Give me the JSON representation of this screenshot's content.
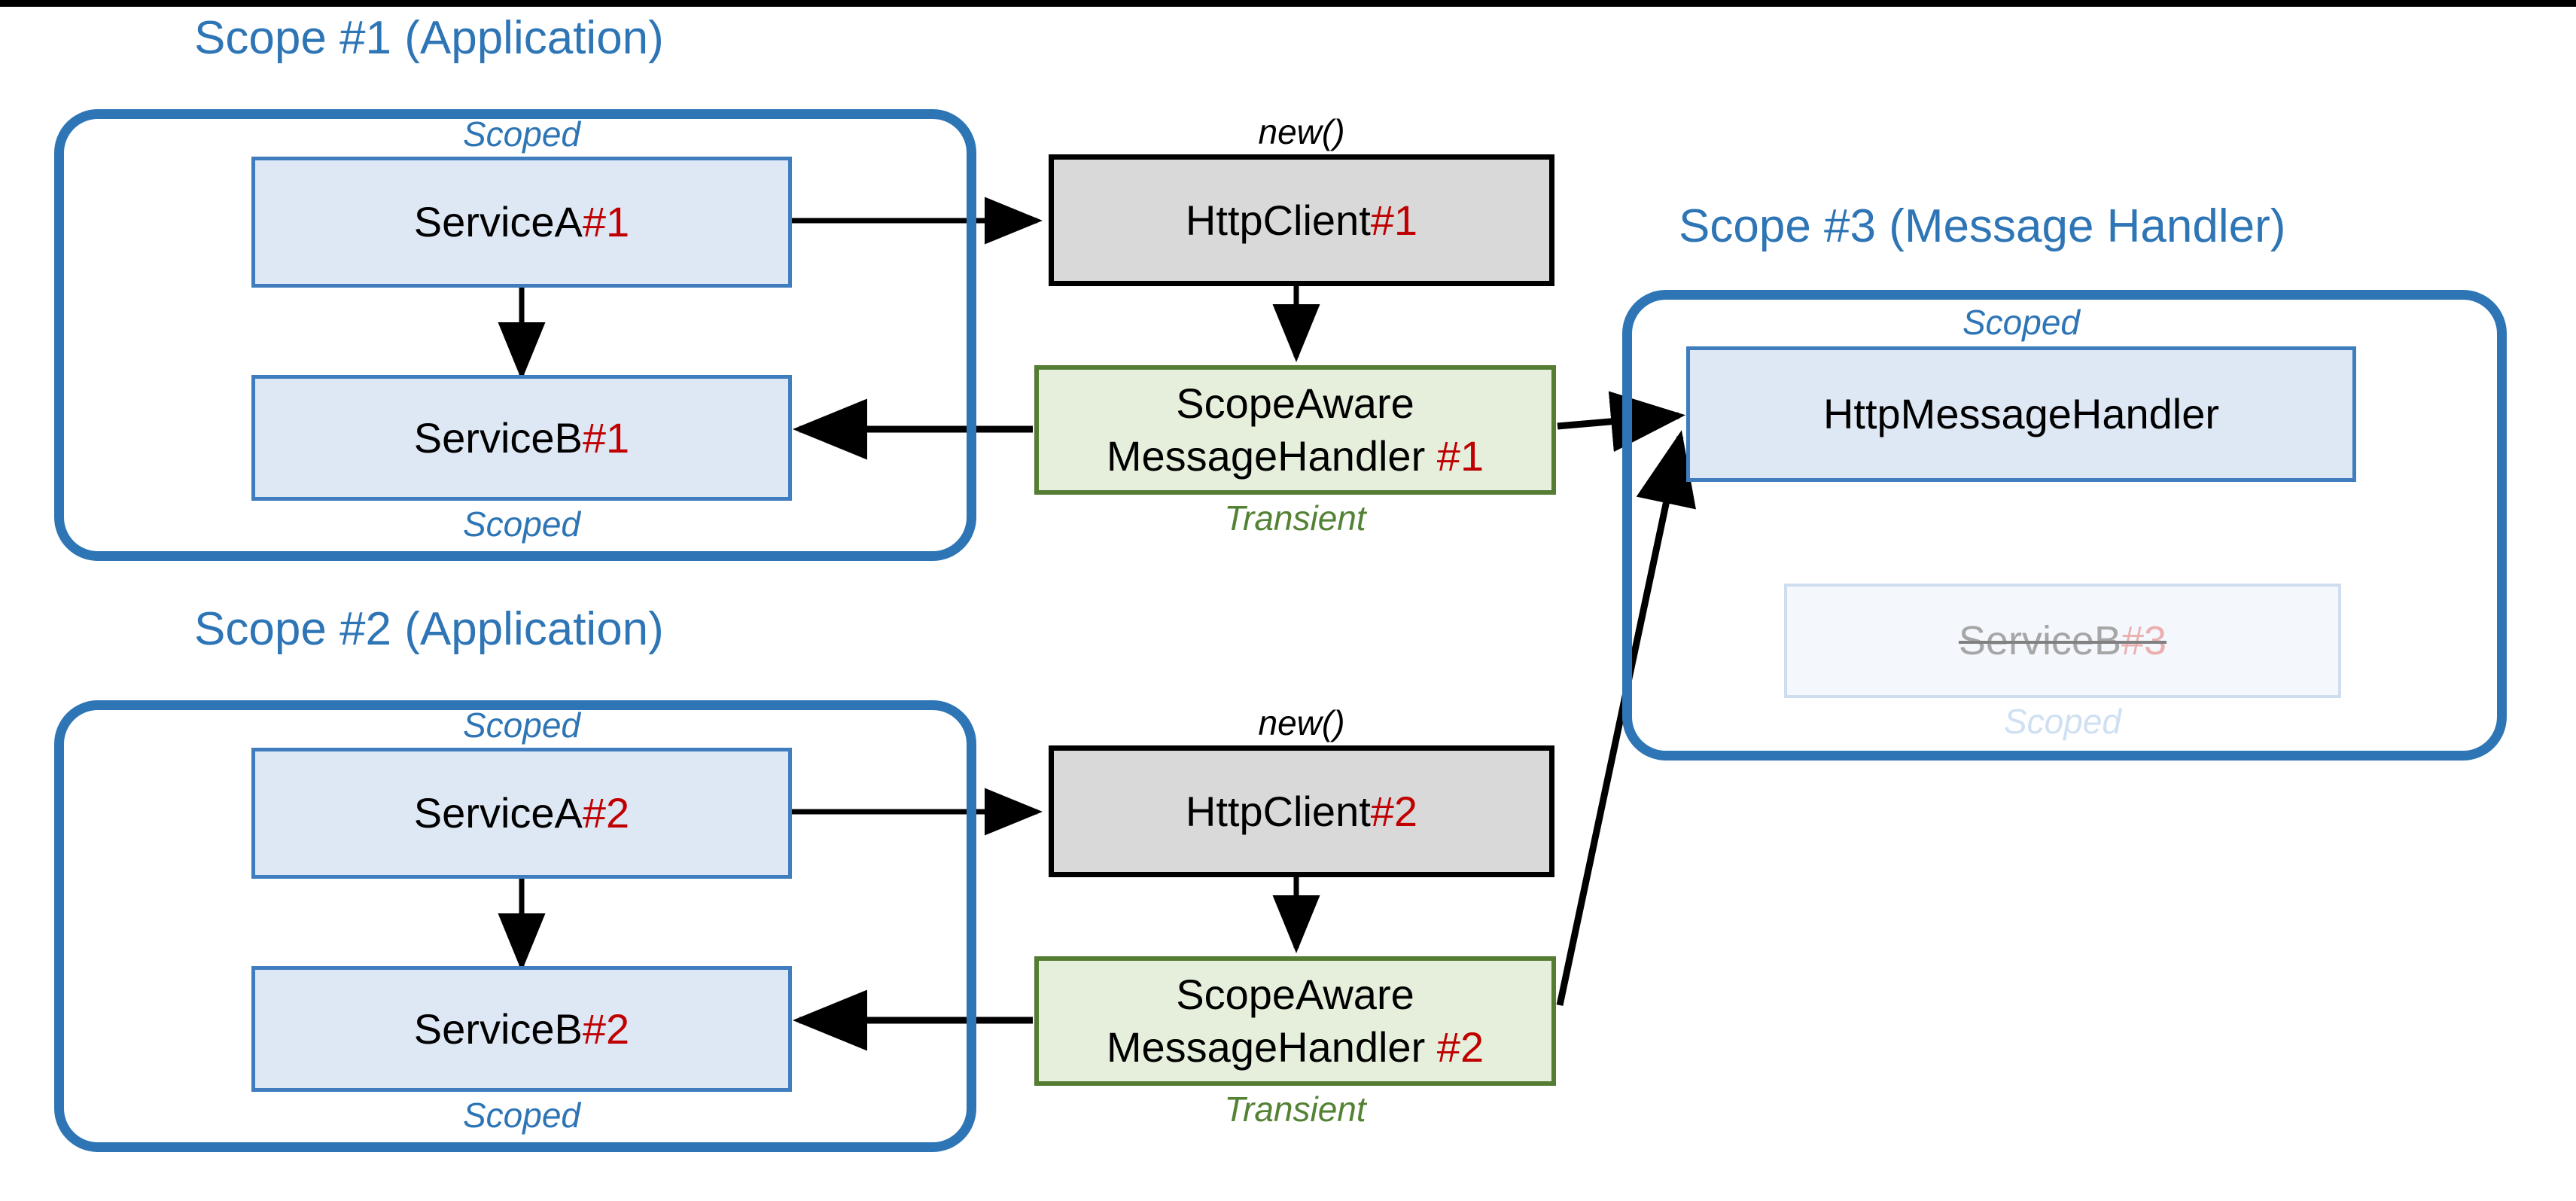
{
  "diagram": {
    "title_scope1": "Scope #1 (Application)",
    "title_scope2": "Scope #2 (Application)",
    "title_scope3": "Scope #3 (Message Handler)",
    "colors": {
      "scope_border": "#2E75B6",
      "scope_title": "#2E75B6",
      "node_blue_fill": "#DEE7F4",
      "node_blue_border": "#3F7DBF",
      "node_gray_fill": "#D9D9D9",
      "node_gray_border": "#000000",
      "node_green_fill": "#E6EFDC",
      "node_green_border": "#557C33",
      "instance_number": "#C00000",
      "lifetime_scoped": "#2E75B6",
      "lifetime_transient": "#548235",
      "arrow": "#000000",
      "faded_text": "#A6A6A6",
      "faded_fill": "#F4F8FD",
      "faded_border": "#CFDDF0",
      "top_bar": "#000000"
    },
    "lifetimes": {
      "scoped": "Scoped",
      "transient": "Transient",
      "new": "new()"
    },
    "nodes": {
      "service_a_1": {
        "name": "ServiceA ",
        "num": "#1",
        "lifetime": "Scoped"
      },
      "service_b_1": {
        "name": "ServiceB ",
        "num": "#1",
        "lifetime": "Scoped"
      },
      "http_client_1": {
        "name": "HttpClient ",
        "num": "#1",
        "lifetime": "new()"
      },
      "handler_1_line1": "ScopeAware",
      "handler_1_line2": "MessageHandler ",
      "handler_1_num": "#1",
      "handler_1_lifetime": "Transient",
      "service_a_2": {
        "name": "ServiceA ",
        "num": "#2",
        "lifetime": "Scoped"
      },
      "service_b_2": {
        "name": "ServiceB ",
        "num": "#2",
        "lifetime": "Scoped"
      },
      "http_client_2": {
        "name": "HttpClient ",
        "num": "#2",
        "lifetime": "new()"
      },
      "handler_2_line1": "ScopeAware",
      "handler_2_line2": "MessageHandler ",
      "handler_2_num": "#2",
      "handler_2_lifetime": "Transient",
      "http_message_handler": {
        "name": "HttpMessageHandler",
        "lifetime": "Scoped"
      },
      "service_b_3": {
        "name": "ServiceB ",
        "num": "#3",
        "lifetime": "Scoped"
      }
    },
    "edges": [
      {
        "from": "ServiceA #1",
        "to": "HttpClient #1",
        "style": "solid-arrow"
      },
      {
        "from": "ServiceA #1",
        "to": "ServiceB #1",
        "style": "solid-arrow"
      },
      {
        "from": "HttpClient #1",
        "to": "ScopeAware MessageHandler #1",
        "style": "solid-arrow"
      },
      {
        "from": "ScopeAware MessageHandler #1",
        "to": "ServiceB #1",
        "style": "solid-arrow"
      },
      {
        "from": "ScopeAware MessageHandler #1",
        "to": "HttpMessageHandler",
        "style": "solid-arrow"
      },
      {
        "from": "ServiceA #2",
        "to": "HttpClient #2",
        "style": "solid-arrow"
      },
      {
        "from": "ServiceA #2",
        "to": "ServiceB #2",
        "style": "solid-arrow"
      },
      {
        "from": "HttpClient #2",
        "to": "ScopeAware MessageHandler #2",
        "style": "solid-arrow"
      },
      {
        "from": "ScopeAware MessageHandler #2",
        "to": "ServiceB #2",
        "style": "solid-arrow"
      },
      {
        "from": "ScopeAware MessageHandler #2",
        "to": "HttpMessageHandler",
        "style": "solid-arrow"
      }
    ]
  }
}
